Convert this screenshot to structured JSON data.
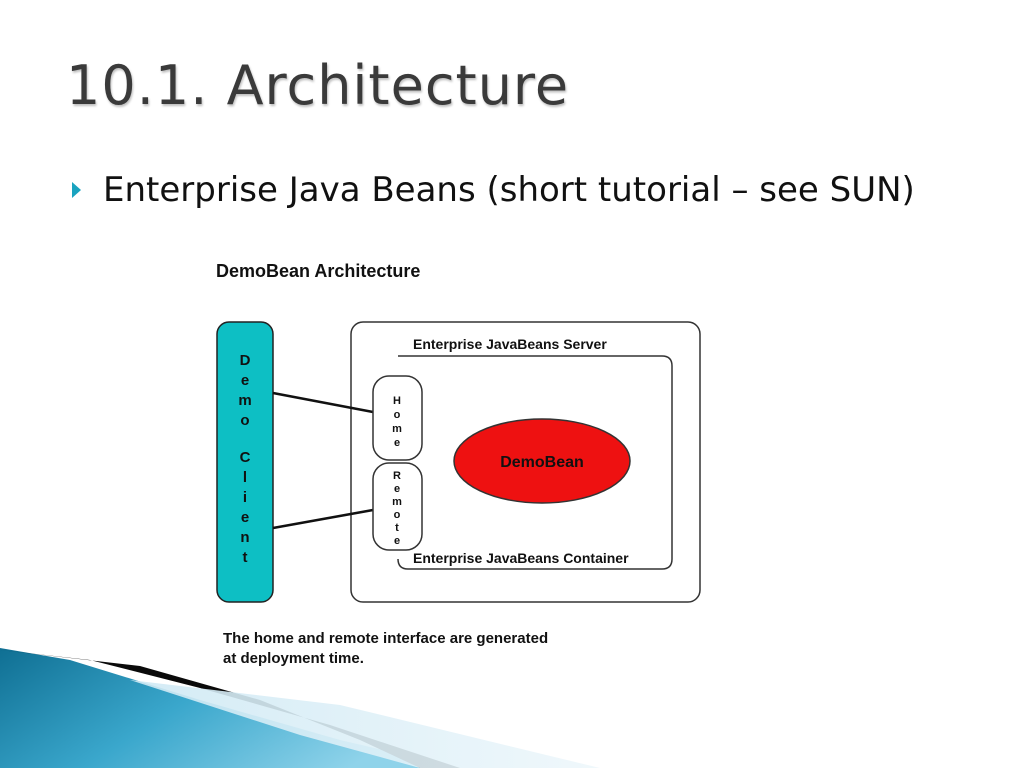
{
  "slide": {
    "title": "10.1. Architecture",
    "bullet": "Enterprise Java Beans (short tutorial – see SUN)"
  },
  "diagram": {
    "heading": "DemoBean Architecture",
    "client_letters": [
      "D",
      "e",
      "m",
      "o",
      "C",
      "l",
      "i",
      "e",
      "n",
      "t"
    ],
    "server_label": "Enterprise JavaBeans Server",
    "container_label": "Enterprise JavaBeans Container",
    "home_letters": [
      "H",
      "o",
      "m",
      "e"
    ],
    "remote_letters": [
      "R",
      "e",
      "m",
      "o",
      "t",
      "e"
    ],
    "bean_label": "DemoBean",
    "caption_line1": "The home and remote interface are generated",
    "caption_line2": "at deployment time.",
    "colors": {
      "client_fill": "#0dbfc4",
      "bean_fill": "#ee1111",
      "accent": "#1aa3bf"
    }
  }
}
